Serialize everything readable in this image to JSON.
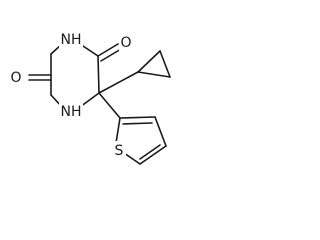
{
  "molecule": {
    "atoms": {
      "o_top": "O",
      "o_left": "O",
      "nh_top": "NH",
      "nh_bottom": "NH",
      "s_thiophene": "S"
    }
  }
}
